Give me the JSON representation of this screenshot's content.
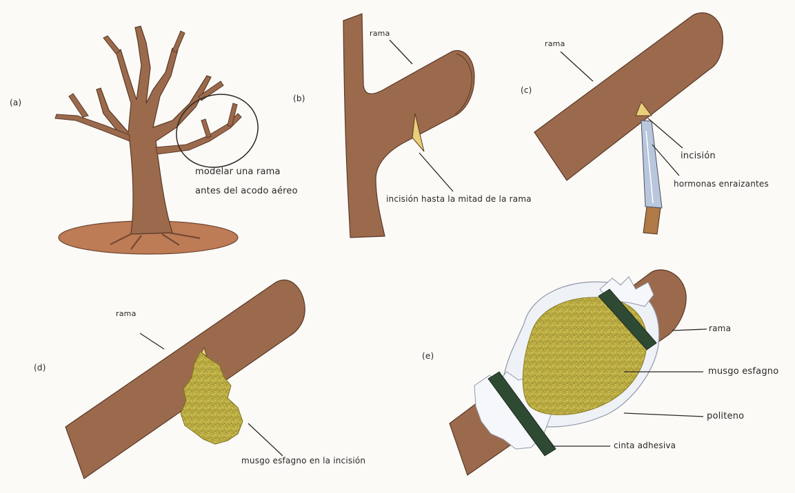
{
  "panels": {
    "a": {
      "letter": "(a)",
      "caption_line1": "modelar una rama",
      "caption_line2": "antes del acodo aéreo"
    },
    "b": {
      "letter": "(b)",
      "label_rama": "rama",
      "label_incision": "incisión hasta la mitad de la rama"
    },
    "c": {
      "letter": "(c)",
      "label_rama": "rama",
      "label_incision": "incisión",
      "label_hormonas": "hormonas enraizantes"
    },
    "d": {
      "letter": "(d)",
      "label_rama": "rama",
      "label_musgo": "musgo esfagno en la incisión"
    },
    "e": {
      "letter": "(e)",
      "label_rama": "rama",
      "label_musgo": "musgo esfagno",
      "label_politeno": "politeno",
      "label_cinta": "cinta adhesiva"
    }
  },
  "colors": {
    "bark": "#9b6a4c",
    "bark_shadow": "#7e523a",
    "ground": "#bd7b56",
    "cut": "#e8cf7a",
    "moss": "#b8a83e",
    "tape": "#2f4a33",
    "film": "#eef1f6"
  }
}
